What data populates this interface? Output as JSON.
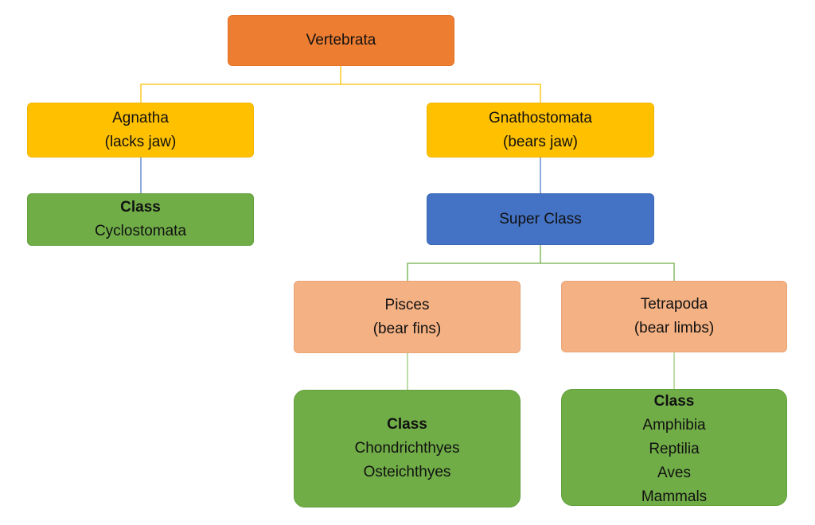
{
  "diagram": {
    "root": {
      "lines": [
        "Vertebrata"
      ]
    },
    "agnatha": {
      "lines": [
        "Agnatha",
        "(lacks jaw)"
      ]
    },
    "agnatha_class": {
      "heading": "Class",
      "lines": [
        "Cyclostomata"
      ]
    },
    "gnathostomata": {
      "lines": [
        "Gnathostomata",
        "(bears jaw)"
      ]
    },
    "super_class": {
      "lines": [
        "Super Class"
      ]
    },
    "pisces": {
      "lines": [
        "Pisces",
        "(bear fins)"
      ]
    },
    "pisces_class": {
      "heading": "Class",
      "lines": [
        "Chondrichthyes",
        "Osteichthyes"
      ]
    },
    "tetrapoda": {
      "lines": [
        "Tetrapoda",
        "(bear limbs)"
      ]
    },
    "tetrapoda_class": {
      "heading": "Class",
      "lines": [
        "Amphibia",
        "Reptilia",
        "Aves",
        "Mammals"
      ]
    }
  },
  "colors": {
    "root": "#ed7d31",
    "subphylum": "#ffc000",
    "class": "#70ad47",
    "super_class": "#4472c4",
    "super_class_group": "#f4b183"
  }
}
